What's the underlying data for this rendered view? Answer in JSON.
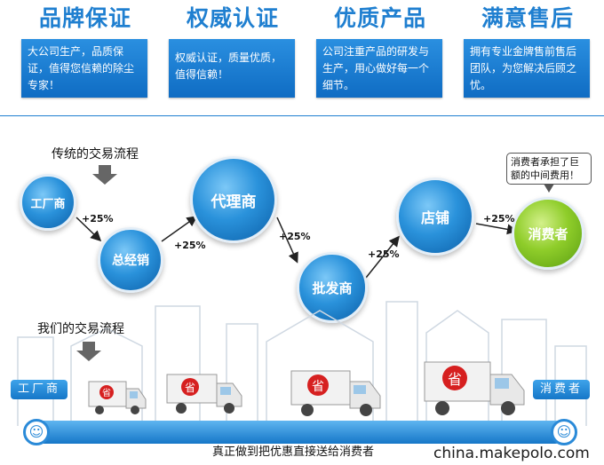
{
  "features": [
    {
      "title": "品牌保证",
      "text": "大公司生产，品质保证，值得您信赖的除尘专家！"
    },
    {
      "title": "权威认证",
      "text": "权威认证，质量优质，值得信赖！"
    },
    {
      "title": "优质产品",
      "text": "公司注重产品的研发与生产，用心做好每一个细节。"
    },
    {
      "title": "满意售后",
      "text": "拥有专业金牌售前售后团队，为您解决后顾之忧。"
    }
  ],
  "traditional": {
    "label": "传统的交易流程",
    "nodes": [
      "工厂商",
      "总经销",
      "代理商",
      "批发商",
      "店铺",
      "消费者"
    ],
    "markups": [
      "+25%",
      "+25%",
      "+25%",
      "+25%",
      "+25%"
    ],
    "bubble": "消费者承担了巨额的中间费用！"
  },
  "ours": {
    "label": "我们的交易流程",
    "start_tag": "工厂商",
    "end_tag": "消费者",
    "road_text": "真正做到把优惠直接送给消费者",
    "truck_mark": "省"
  },
  "watermark": "china.makepolo.com",
  "colors": {
    "brand_blue": "#1f7fd0",
    "node_blue": "#2a92db",
    "node_green": "#8fcd2a",
    "truck_red": "#d62020"
  }
}
